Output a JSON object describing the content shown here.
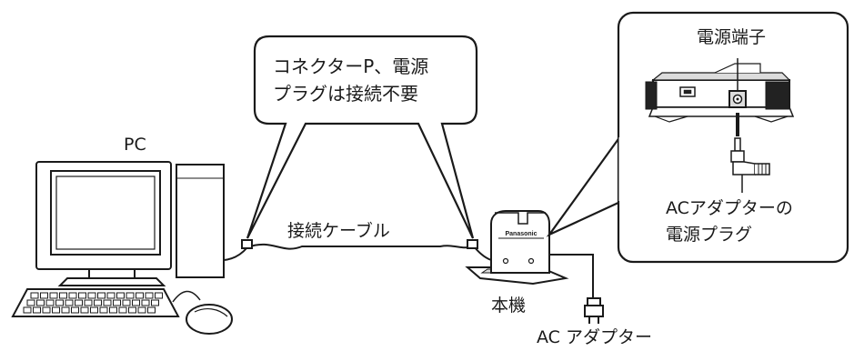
{
  "labels": {
    "pc": "PC",
    "cable": "接続ケーブル",
    "base_unit": "本機",
    "ac_adapter": "AC アダプター",
    "power_terminal": "電源端子",
    "adapter_plug_line1": "ACアダプターの",
    "adapter_plug_line2": "電源プラグ",
    "device_brand": "Panasonic"
  },
  "callout": {
    "line1": "コネクターP、電源",
    "line2": "プラグは接続不要"
  },
  "colors": {
    "stroke": "#1a1a1a",
    "fill_light": "#ffffff",
    "fill_gray": "#dcdcdc",
    "fill_dark": "#222222"
  }
}
